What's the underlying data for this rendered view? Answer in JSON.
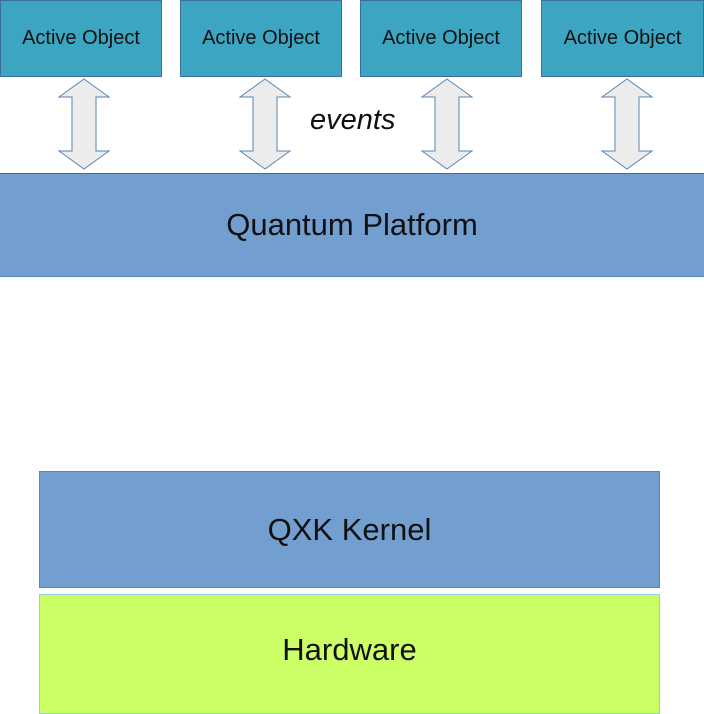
{
  "active_objects": [
    {
      "label": "Active Object"
    },
    {
      "label": "Active Object"
    },
    {
      "label": "Active Object"
    },
    {
      "label": "Active Object"
    }
  ],
  "events_label": "events",
  "layers": {
    "platform": "Quantum Platform",
    "kernel": "QXK Kernel",
    "hardware": "Hardware"
  },
  "colors": {
    "active_object": "#3ca6c2",
    "platform": "#729fcf",
    "kernel": "#729fcf",
    "hardware": "#ccff66",
    "arrow_fill": "#ececec",
    "arrow_stroke": "#5a85b5"
  }
}
